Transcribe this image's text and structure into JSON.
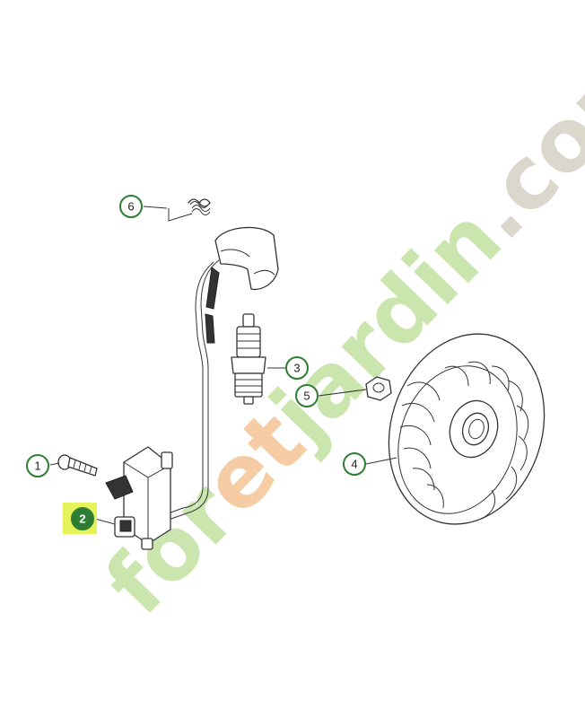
{
  "callouts": [
    {
      "id": "1",
      "label": "1",
      "active": false
    },
    {
      "id": "2",
      "label": "2",
      "active": true
    },
    {
      "id": "3",
      "label": "3",
      "active": false
    },
    {
      "id": "4",
      "label": "4",
      "active": false
    },
    {
      "id": "5",
      "label": "5",
      "active": false
    },
    {
      "id": "6",
      "label": "6",
      "active": false
    }
  ],
  "colors": {
    "ring": "#2e7d32",
    "active_fill": "#2e7d32",
    "highlight": "#e6f25a",
    "watermark_green": "#c6e3a6",
    "watermark_orange": "#f4c79a",
    "watermark_gray": "#d8d3c8"
  },
  "watermark": {
    "text": "foretjardin.com",
    "part_green_1": "for",
    "part_orange": "et",
    "part_green_2": "jardin",
    "part_gray": ".com"
  }
}
